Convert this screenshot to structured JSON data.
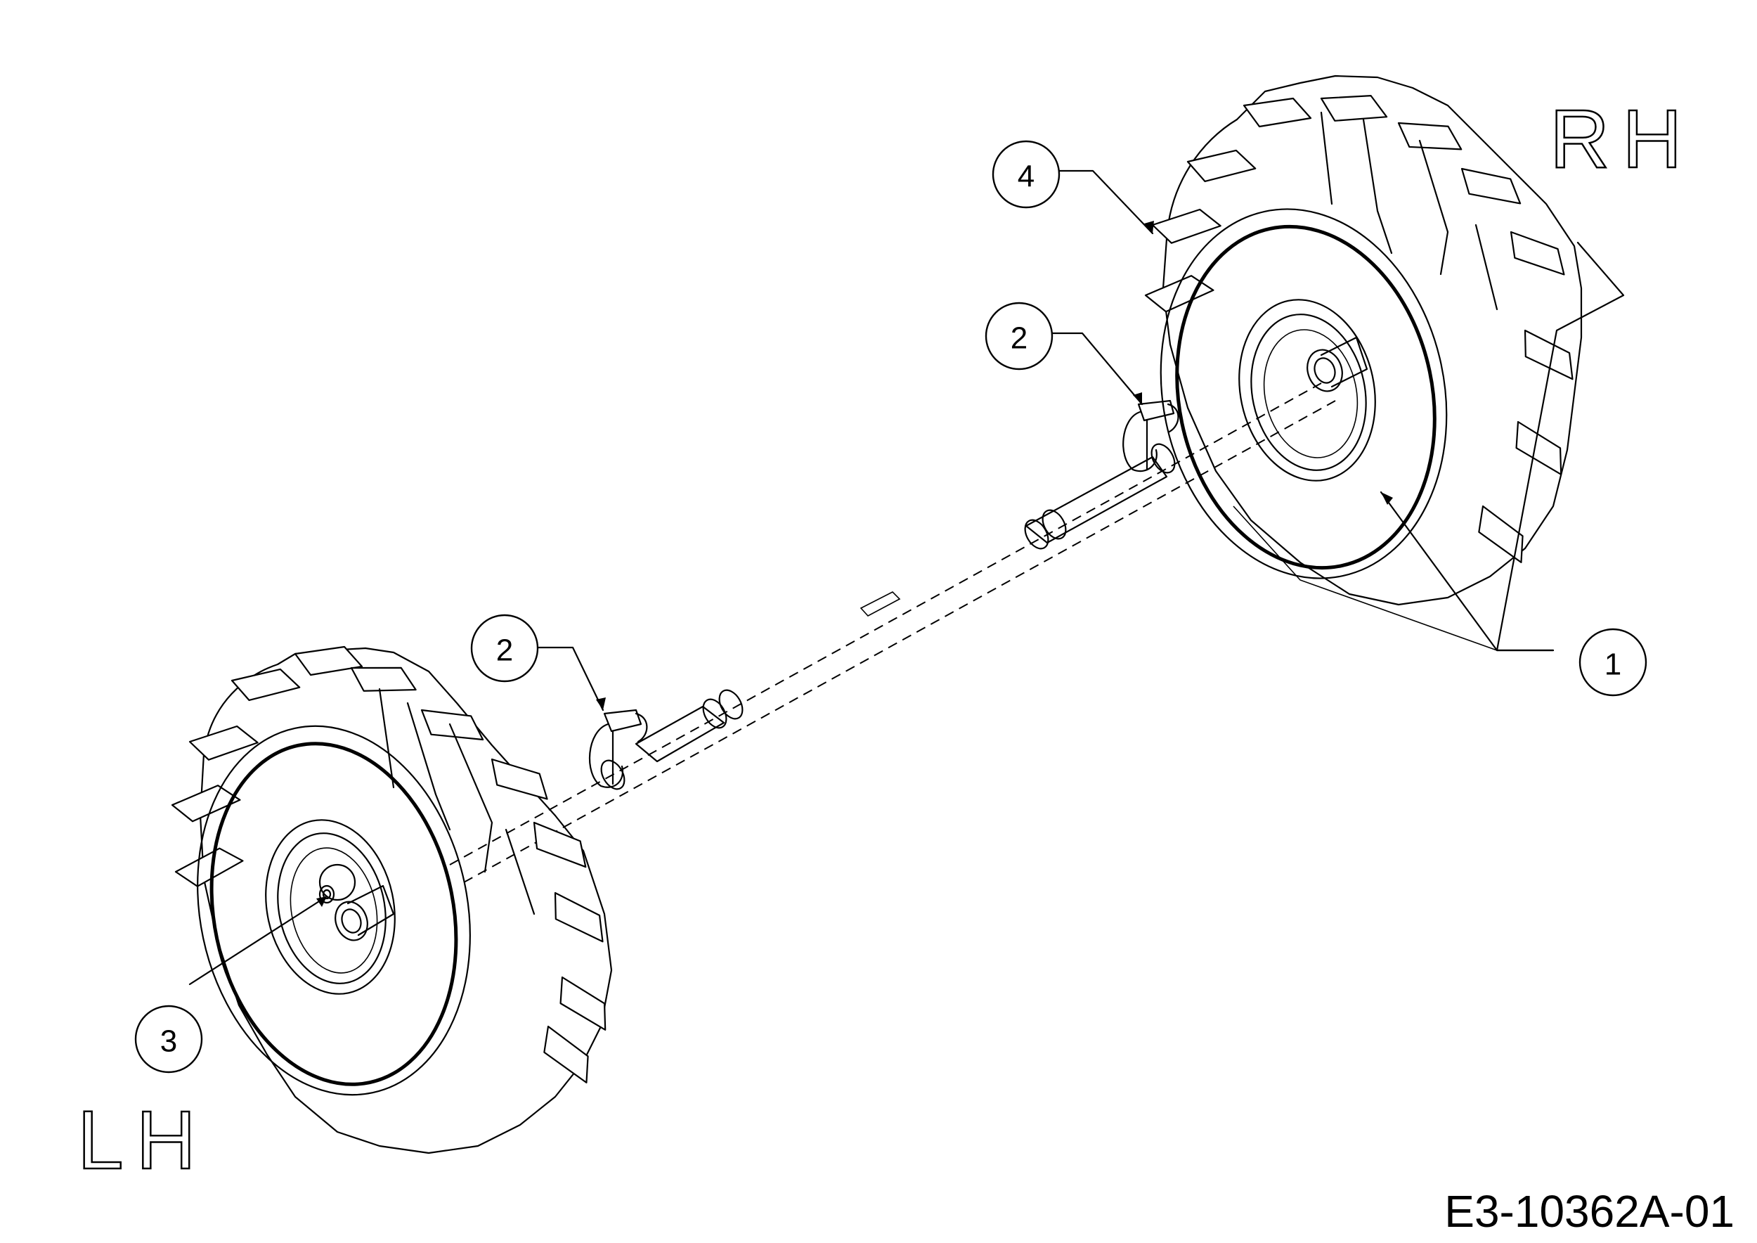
{
  "labels": {
    "right_side": "RH",
    "left_side": "LH",
    "drawing_number": "E3-10362A-01"
  },
  "callouts": [
    {
      "id": "callout-1",
      "text": "1"
    },
    {
      "id": "callout-2-right",
      "text": "2"
    },
    {
      "id": "callout-2-left",
      "text": "2"
    },
    {
      "id": "callout-3",
      "text": "3"
    },
    {
      "id": "callout-4",
      "text": "4"
    }
  ]
}
